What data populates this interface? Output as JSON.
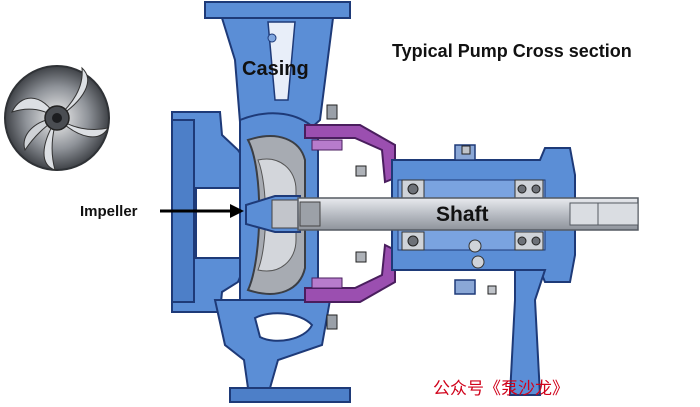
{
  "title": "Typical Pump Cross section",
  "labels": {
    "casing": "Casing",
    "shaft": "Shaft",
    "impeller": "Impeller"
  },
  "watermark": "公众号《泵沙龙》",
  "colors": {
    "casing_blue": "#5b8ed6",
    "casing_dark": "#1e3a78",
    "bracket_purple": "#9b4fb0",
    "shaft_gray": "#c9ccd2",
    "watermark_red": "#d0021b"
  },
  "icons": [
    "impeller-photo-icon",
    "arrow-right-icon",
    "bearing-icon",
    "bolt-icon"
  ]
}
